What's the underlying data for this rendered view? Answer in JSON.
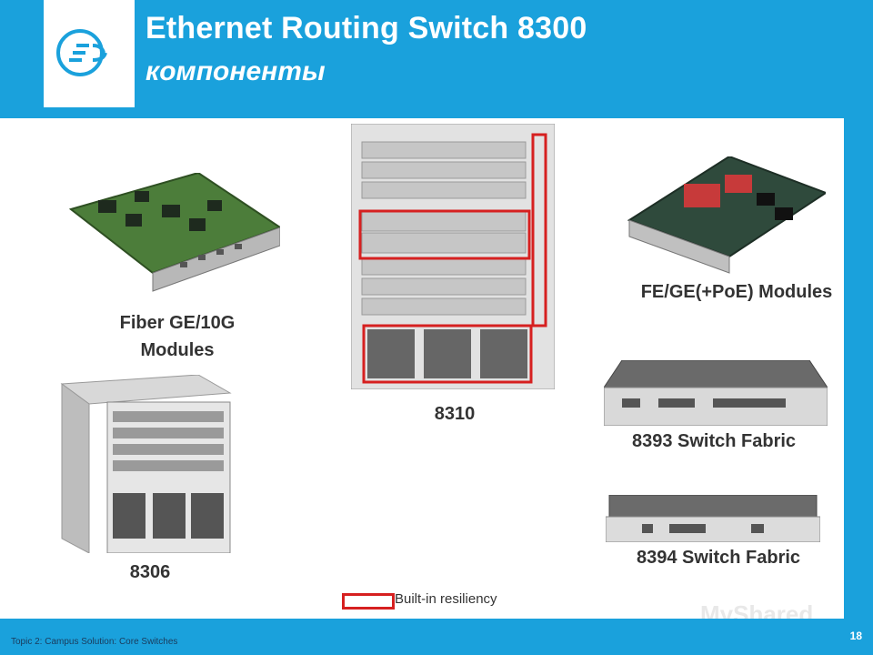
{
  "header": {
    "title": "Ethernet Routing Switch 8300",
    "subtitle": "компоненты"
  },
  "devices": {
    "fiber_module_label": "Fiber GE/10G\nModules",
    "chassis_8306_label": "8306",
    "chassis_8310_label": "8310",
    "fe_ge_module_label": "FE/GE(+PoE) Modules",
    "fabric_8393_label": "8393 Switch Fabric",
    "fabric_8394_label": "8394 Switch Fabric"
  },
  "legend": {
    "text": "Built-in resiliency",
    "color": "#d62020"
  },
  "footer": {
    "topic": "Topic 2: Campus Solution: Core Switches",
    "page_number": "18"
  },
  "watermark": "MyShared",
  "colors": {
    "brand_blue": "#1aa1dc",
    "highlight_red": "#d62020"
  }
}
